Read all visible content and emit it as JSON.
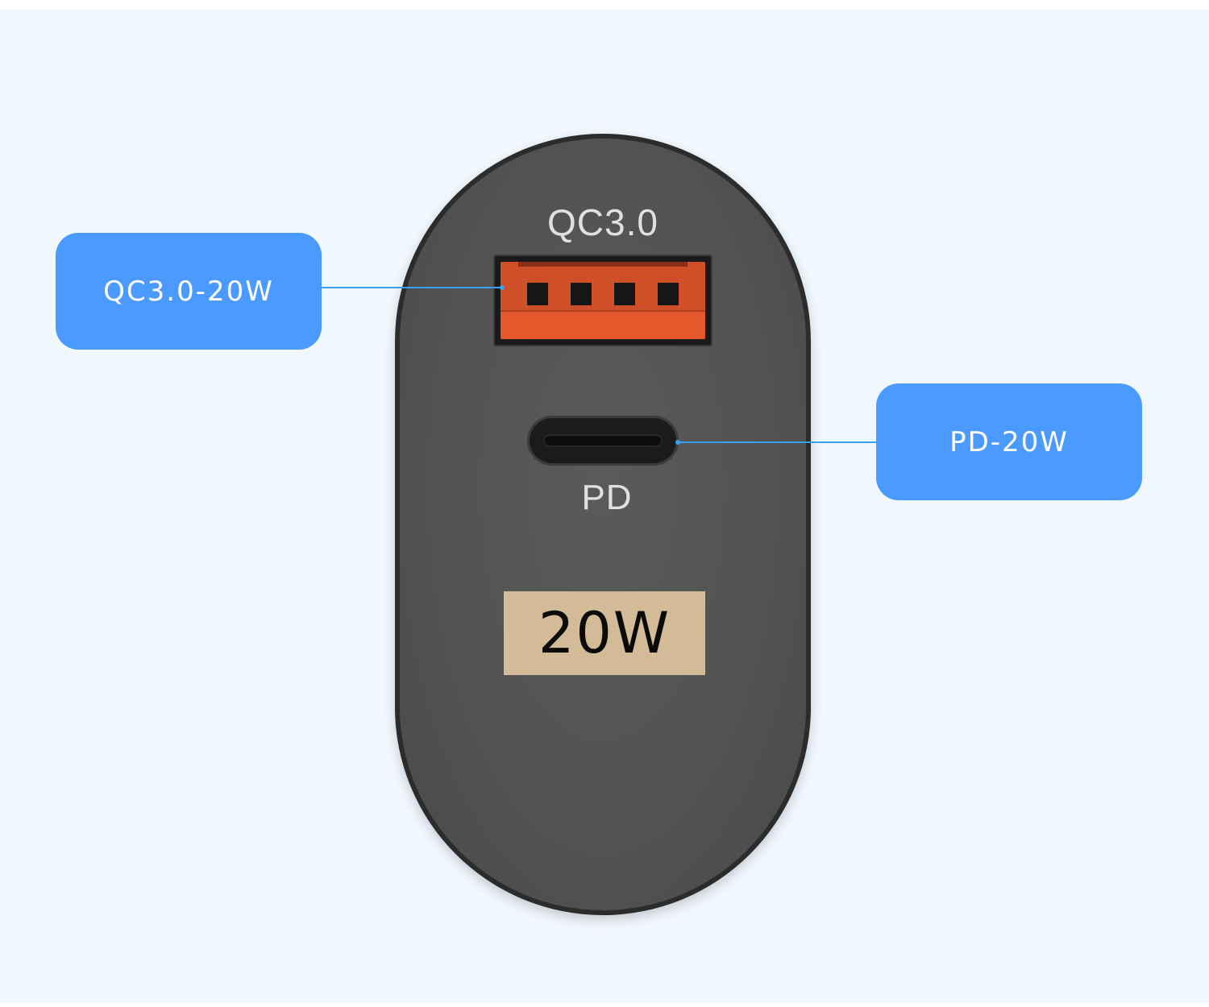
{
  "colors": {
    "background": "#f0f7fd",
    "charger_body": "#535354",
    "callout": "#4a9aff",
    "leader_line": "#3aa0ee",
    "usb_a_insert": "#e4582b",
    "badge": "#d4bb97"
  },
  "charger": {
    "usb_a_label": "QC3.0",
    "usb_c_label": "PD",
    "wattage_badge": "20W"
  },
  "callouts": {
    "usb_a": "QC3.0-20W",
    "usb_c": "PD-20W"
  }
}
